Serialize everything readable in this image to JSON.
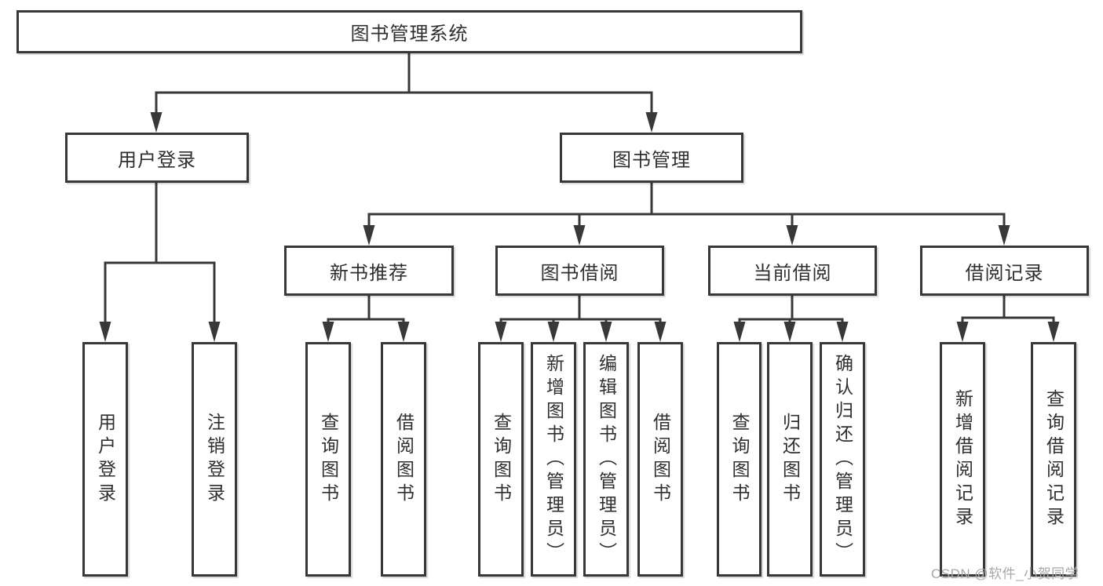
{
  "diagram": {
    "root": {
      "label": "图书管理系统"
    },
    "level2": [
      {
        "label": "用户登录"
      },
      {
        "label": "图书管理"
      }
    ],
    "level3": [
      {
        "label": "新书推荐",
        "parent": "图书管理"
      },
      {
        "label": "图书借阅",
        "parent": "图书管理"
      },
      {
        "label": "当前借阅",
        "parent": "图书管理"
      },
      {
        "label": "借阅记录",
        "parent": "图书管理"
      }
    ],
    "leaves": [
      {
        "label": "用户登录",
        "parent": "用户登录"
      },
      {
        "label": "注销登录",
        "parent": "用户登录"
      },
      {
        "label": "查询图书",
        "parent": "新书推荐"
      },
      {
        "label": "借阅图书",
        "parent": "新书推荐"
      },
      {
        "label": "查询图书",
        "parent": "图书借阅"
      },
      {
        "label": "新增图书（管理员）",
        "parent": "图书借阅"
      },
      {
        "label": "编辑图书（管理员）",
        "parent": "图书借阅"
      },
      {
        "label": "借阅图书",
        "parent": "图书借阅"
      },
      {
        "label": "查询图书",
        "parent": "当前借阅"
      },
      {
        "label": "归还图书",
        "parent": "当前借阅"
      },
      {
        "label": "确认归还（管理员）",
        "parent": "当前借阅"
      },
      {
        "label": "新增借阅记录",
        "parent": "借阅记录"
      },
      {
        "label": "查询借阅记录",
        "parent": "借阅记录"
      }
    ]
  },
  "watermark": {
    "text": "CSDN @软件_小贺同学"
  },
  "colors": {
    "line": "#383838",
    "text": "#2f2f2f",
    "watermark": "#a8a8a8",
    "background": "#ffffff"
  }
}
